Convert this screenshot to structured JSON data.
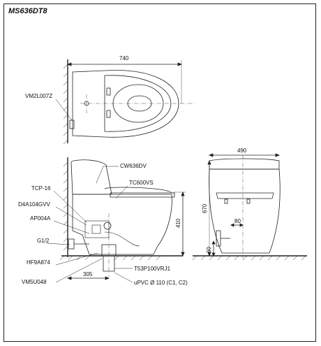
{
  "title": "MS636DT8",
  "dimensions": {
    "top_width": "740",
    "front_width": "490",
    "height_670": "670",
    "height_410": "410",
    "dim_80": "80",
    "dim_60": "60",
    "dim_305": "305"
  },
  "labels": {
    "vm2l007z": "VM2L007Z",
    "cw636dv": "CW636DV",
    "tc600vs": "TC600VS",
    "tcp16": "TCP-16",
    "d4a104gvv": "D4A104GVV",
    "ap004a": "AP004A",
    "g12": "G1/2",
    "hf9a874": "HF9A874",
    "vm5u048": "VM5U048",
    "t53p100vrj1": "T53P100VRJ1",
    "upvc": "uPVC Ø 110 (C1, C2)"
  }
}
